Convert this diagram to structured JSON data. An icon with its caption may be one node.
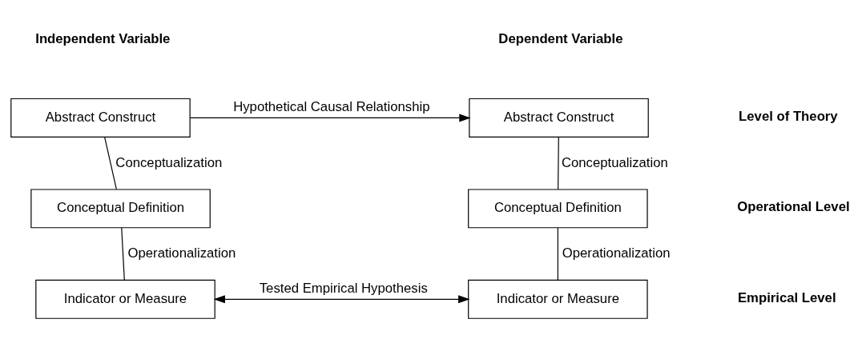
{
  "diagram": {
    "nodes": [
      {
        "text": [
          "Abstract Construct"
        ]
      },
      {
        "text": [
          "Conceptual Definition"
        ]
      },
      {
        "text": [
          "Indicator or Measure"
        ]
      },
      {
        "text": [
          "Abstract Construct"
        ]
      },
      {
        "text": [
          "Conceptual Definition"
        ]
      },
      {
        "text": [
          "Indicator or Measure"
        ]
      }
    ],
    "edges": [
      {
        "from": 0,
        "to": 3,
        "arrow": "to",
        "label": "Hypothetical Causal Relationship"
      },
      {
        "from": 0,
        "to": 1,
        "arrow": "none",
        "label": "Conceptualization"
      },
      {
        "from": 1,
        "to": 2,
        "arrow": "none",
        "label": "Operationalization"
      },
      {
        "from": 3,
        "to": 4,
        "arrow": "none",
        "label": "Conceptualization"
      },
      {
        "from": 4,
        "to": 5,
        "arrow": "none",
        "label": "Operationalization"
      },
      {
        "from": 2,
        "to": 5,
        "arrow": "both",
        "label": "Tested Empirical Hypothesis"
      }
    ],
    "labels": [
      "Independent Variable",
      "Dependent Variable",
      "Level of Theory",
      "Operational Level",
      "Empirical Level"
    ]
  }
}
